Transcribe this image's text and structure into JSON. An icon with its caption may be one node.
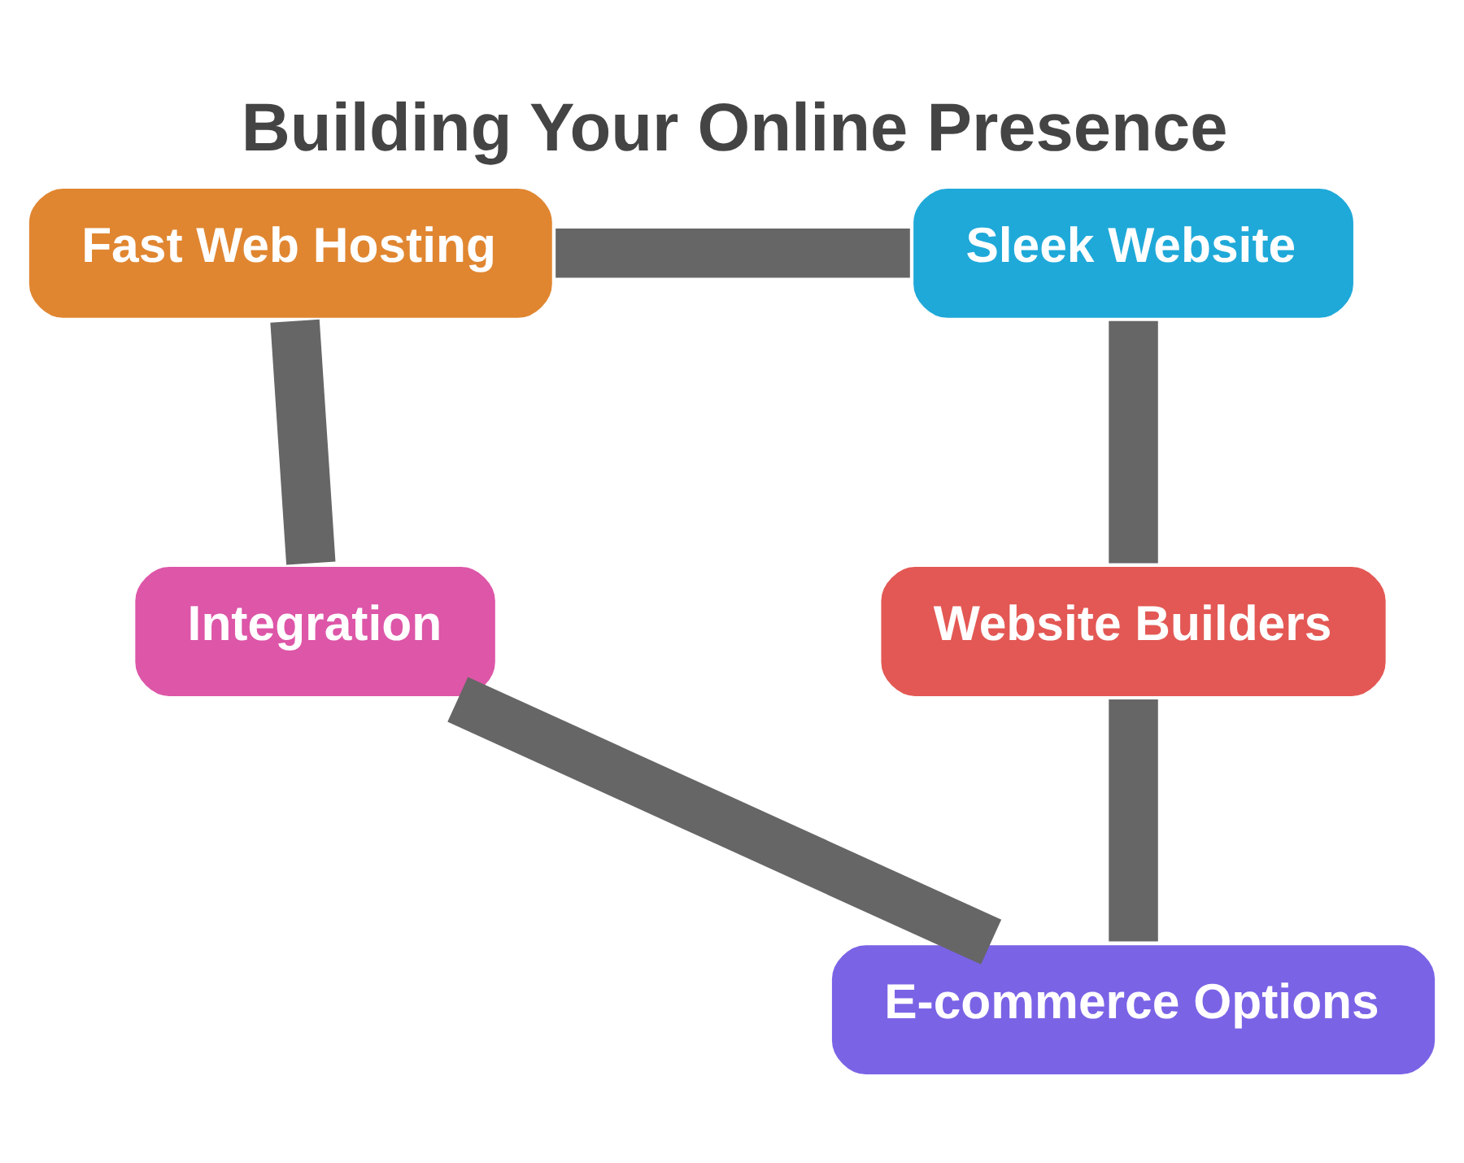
{
  "diagram": {
    "title": "Building Your Online Presence",
    "nodes": [
      {
        "text": [
          "Fast Web Hosting"
        ]
      },
      {
        "text": [
          "Sleek Website"
        ]
      },
      {
        "text": [
          "Website Builders"
        ]
      },
      {
        "text": [
          "E-commerce Options"
        ]
      },
      {
        "text": [
          "Integration"
        ]
      }
    ],
    "edges": [
      {
        "from": 0,
        "to": 1,
        "arrow": "none"
      },
      {
        "from": 1,
        "to": 2,
        "arrow": "none"
      },
      {
        "from": 2,
        "to": 3,
        "arrow": "none"
      },
      {
        "from": 3,
        "to": 4,
        "arrow": "none"
      },
      {
        "from": 4,
        "to": 0,
        "arrow": "none"
      }
    ]
  }
}
